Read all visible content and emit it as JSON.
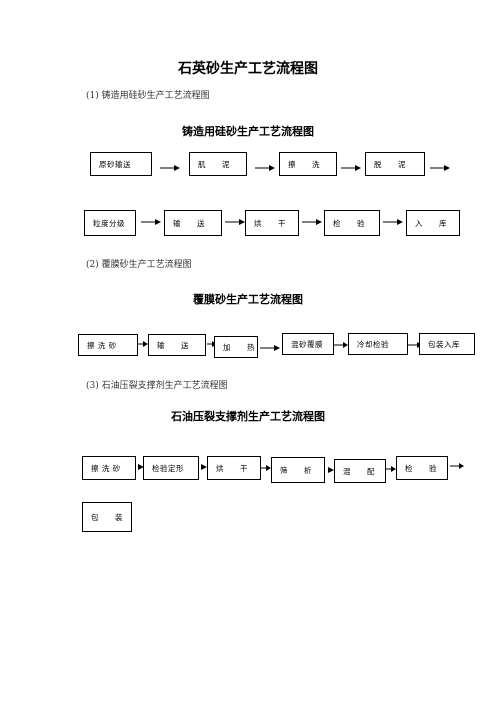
{
  "document": {
    "title": "石英砂生产工艺流程图"
  },
  "sections": [
    {
      "label": "(1) 铸造用硅砂生产工艺流程图",
      "chart_title": "铸造用硅砂生产工艺流程图",
      "rows": [
        [
          "原砂输送",
          "肌　　泥",
          "擦　　洗",
          "脱　　泥"
        ],
        [
          "粒度分级",
          "输　　送",
          "烘　　干",
          "检　　验",
          "入　　库"
        ]
      ]
    },
    {
      "label": "(2) 覆膜砂生产工艺流程图",
      "chart_title": "覆膜砂生产工艺流程图",
      "rows": [
        [
          "擦 洗 砂",
          "输　　送",
          "加　　热",
          "混砂覆膜",
          "冷却检验",
          "包装入库"
        ]
      ]
    },
    {
      "label": "(3) 石油压裂支撑剂生产工艺流程图",
      "chart_title": "石油压裂支撑剂生产工艺流程图",
      "rows": [
        [
          "擦 洗 砂",
          "检验定形",
          "烘　　干",
          "筛　　析",
          "混　　配",
          "检　　验"
        ],
        [
          "包　　装"
        ]
      ]
    }
  ]
}
